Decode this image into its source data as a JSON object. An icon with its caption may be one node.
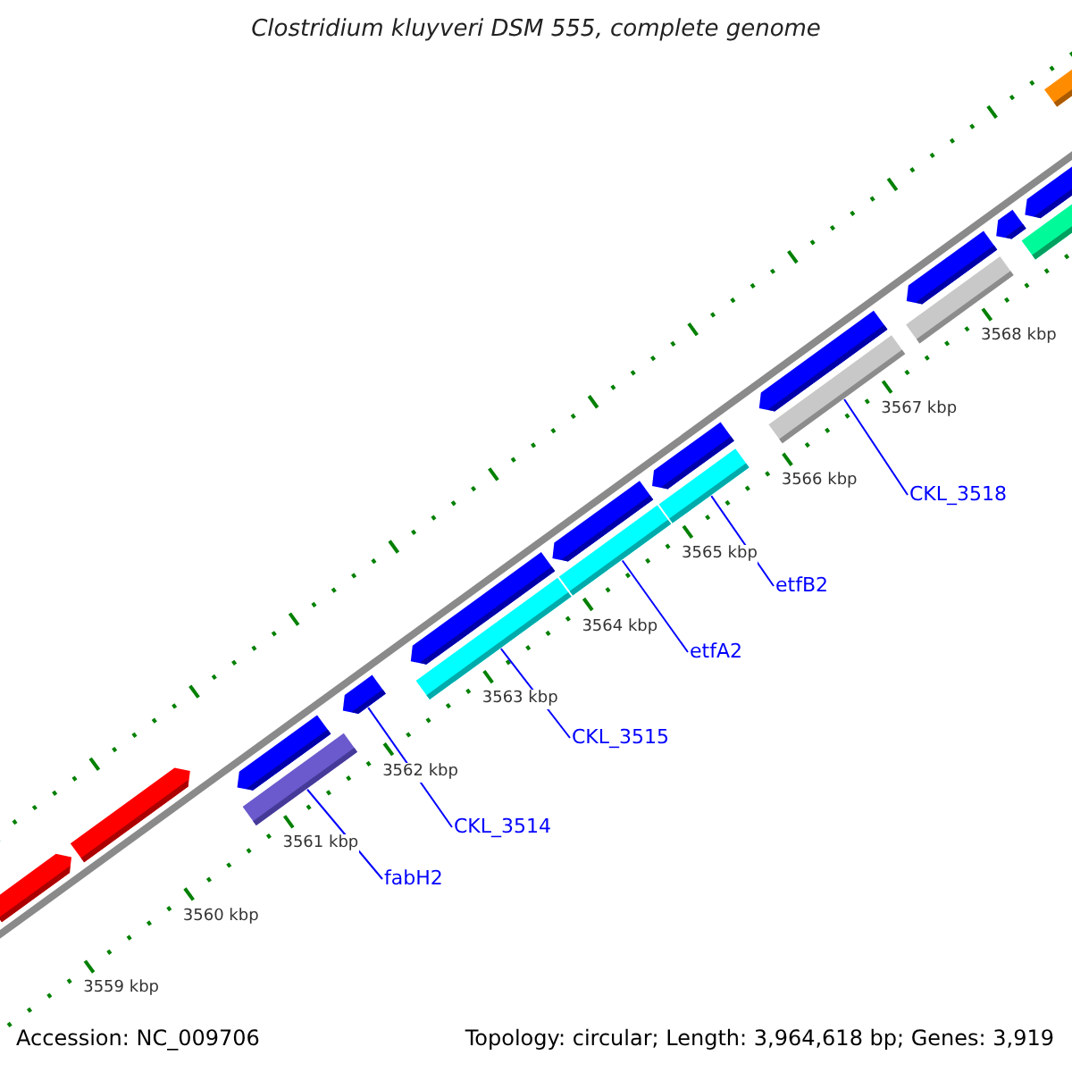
{
  "diagram": {
    "title": "Clostridium kluyveri DSM 555, complete genome",
    "nodes": [
      {
        "text": [
          "CKL_3518"
        ]
      },
      {
        "text": [
          "etfB2"
        ]
      },
      {
        "text": [
          "etfA2"
        ]
      },
      {
        "text": [
          "CKL_3515"
        ]
      },
      {
        "text": [
          "CKL_3514"
        ]
      },
      {
        "text": [
          "fabH2"
        ]
      },
      {
        "text": [],
        "shape": "bar"
      },
      {
        "text": [],
        "shape": "bar"
      },
      {
        "text": [],
        "shape": "bar"
      },
      {
        "text": [],
        "shape": "bar"
      },
      {
        "text": [],
        "shape": "bar"
      },
      {
        "text": [],
        "shape": "bar"
      }
    ],
    "edges": [
      {
        "from": 0,
        "to": 6,
        "arrow": "none"
      },
      {
        "from": 1,
        "to": 7,
        "arrow": "none"
      },
      {
        "from": 2,
        "to": 8,
        "arrow": "none"
      },
      {
        "from": 3,
        "to": 9,
        "arrow": "none"
      },
      {
        "from": 4,
        "to": 10,
        "arrow": "none"
      },
      {
        "from": 5,
        "to": 11,
        "arrow": "none"
      }
    ],
    "labels": [
      "3568 kbp",
      "3567 kbp",
      "3566 kbp",
      "3565 kbp",
      "3564 kbp",
      "3563 kbp",
      "3562 kbp",
      "3561 kbp",
      "3560 kbp",
      "3559 kbp",
      "Accession: NC_009706",
      "Topology: circular; Length: 3,964,618 bp; Genes: 3,919"
    ]
  }
}
